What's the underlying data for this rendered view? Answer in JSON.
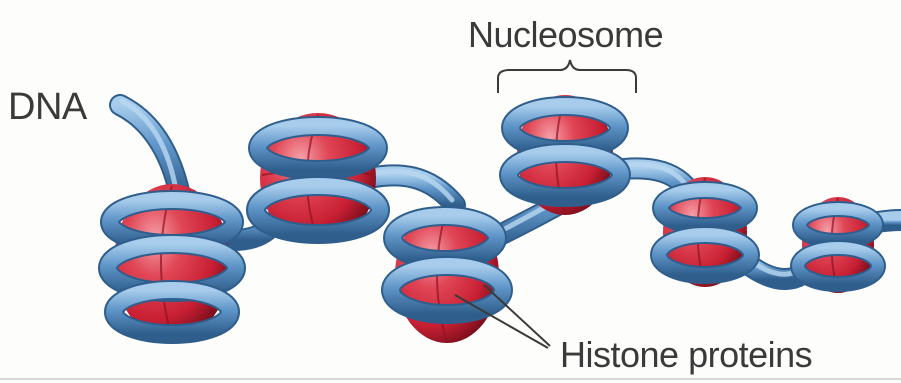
{
  "labels": {
    "dna": "DNA",
    "nucleosome": "Nucleosome",
    "histone_proteins": "Histone proteins"
  },
  "colors": {
    "dna_strand": "#5d93c7",
    "dna_highlight": "#9ec6ea",
    "dna_shadow": "#2f5f8f",
    "histone": "#d8283c",
    "histone_light": "#f07a86",
    "histone_dark": "#8e1322",
    "label_text": "#3a3a3a"
  },
  "nucleosome_count": 6
}
